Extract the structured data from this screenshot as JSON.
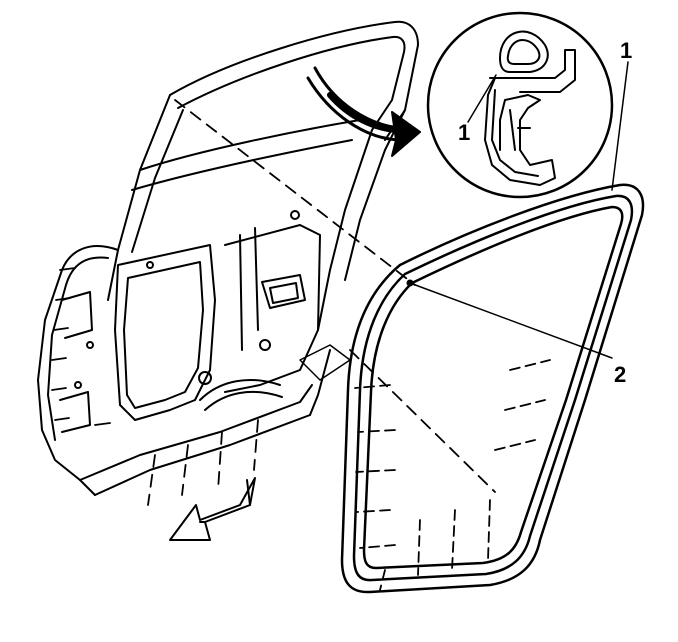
{
  "figure": {
    "callouts": [
      {
        "id": "seal-outer",
        "label": "1"
      },
      {
        "id": "seal-detail",
        "label": "1"
      },
      {
        "id": "seal-fastener",
        "label": "2"
      }
    ],
    "colors": {
      "line": "#000000",
      "background": "#ffffff"
    }
  }
}
